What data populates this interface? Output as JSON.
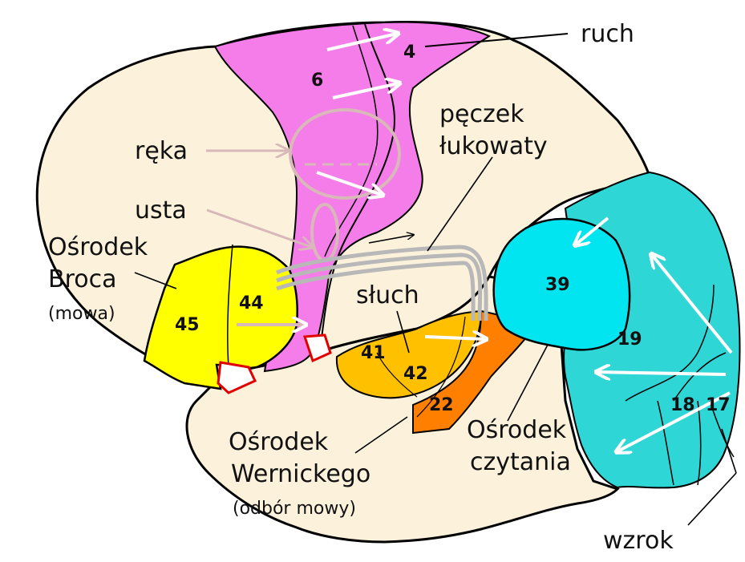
{
  "labels": {
    "ruch": "ruch",
    "reka": "ręka",
    "usta": "usta",
    "peczek_line1": "pęczek",
    "peczek_line2": "łukowaty",
    "broca_line1": "Ośrodek",
    "broca_line2": "Broca",
    "broca_line3": "(mowa)",
    "sluch": "słuch",
    "wernicke_line1": "Ośrodek",
    "wernicke_line2": "Wernickego",
    "wernicke_line3": "(odbór mowy)",
    "czytania_line1": "Ośrodek",
    "czytania_line2": "czytania",
    "wzrok": "wzrok"
  },
  "areas": {
    "a4": "4",
    "a6": "6",
    "a44": "44",
    "a45": "45",
    "a41": "41",
    "a42": "42",
    "a22": "22",
    "a39": "39",
    "a19": "19",
    "a18": "18",
    "a17": "17"
  },
  "colors": {
    "brain": "#fcf2dc",
    "motor": "#f57de9",
    "broca": "#ffff00",
    "auditory": "#ffc000",
    "wernicke": "#ff7f00",
    "angular": "#00e5ef",
    "visual": "#2fd6d6",
    "outline": "#000000"
  }
}
